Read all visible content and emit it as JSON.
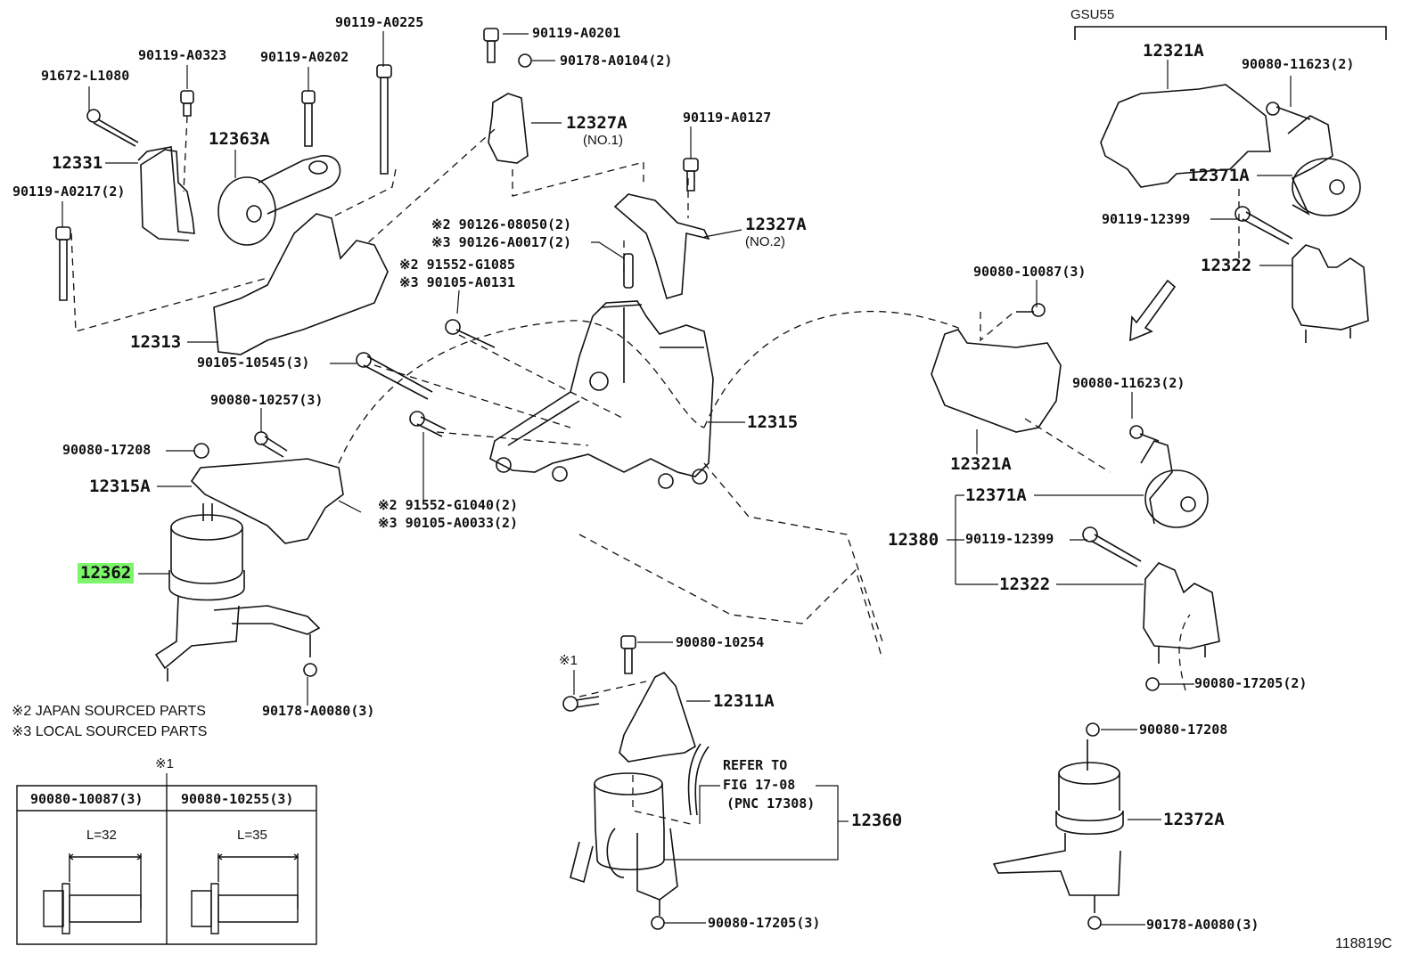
{
  "diagram": {
    "figure_id": "118819C",
    "variant_label": "GSU55",
    "highlight_color": "#7cf56a",
    "parts": {
      "p91672_L1080": "91672-L1080",
      "p90119_A0323": "90119-A0323",
      "p90119_A0202": "90119-A0202",
      "p90119_A0225": "90119-A0225",
      "p12331": "12331",
      "p90119_A0217": "90119-A0217(2)",
      "p12363A": "12363A",
      "p12313": "12313",
      "p90105_10545": "90105-10545(3)",
      "p90080_10257": "90080-10257(3)",
      "p90080_17208_left": "90080-17208",
      "p12315A": "12315A",
      "p12362": "12362",
      "p90178_A0080_left": "90178-A0080(3)",
      "p90119_A0201": "90119-A0201",
      "p90178_A0104": "90178-A0104(2)",
      "p12327A_1": "12327A",
      "p12327A_1_sub": "(NO.1)",
      "p90119_A0127": "90119-A0127",
      "p12327A_2": "12327A",
      "p12327A_2_sub": "(NO.2)",
      "p90126_08050": "※2  90126-08050(2)",
      "p90126_A0017": "※3  90126-A0017(2)",
      "p91552_G1085": "※2 91552-G1085",
      "p90105_A0131": "※3 90105-A0131",
      "p12315": "12315",
      "p91552_G1040": "※2  91552-G1040(2)",
      "p90105_A0033": "※3  90105-A0033(2)",
      "p90080_10254": "90080-10254",
      "note1_mark": "※1",
      "p12311A": "12311A",
      "refer_line1": "REFER TO",
      "refer_line2": "FIG 17-08",
      "refer_line3": "(PNC 17308)",
      "p12360": "12360",
      "p90080_17205_3": "90080-17205(3)",
      "p12321A_top": "12321A",
      "p90080_11623_top": "90080-11623(2)",
      "p12371A_top": "12371A",
      "p90119_12399_top": "90119-12399",
      "p12322_top": "12322",
      "p90080_10087": "90080-10087(3)",
      "p12321A_mid": "12321A",
      "p90080_11623_mid": "90080-11623(2)",
      "p12380": "12380",
      "p12371A_mid": "12371A",
      "p90119_12399_mid": "90119-12399",
      "p12322_mid": "12322",
      "p90080_17205_2": "90080-17205(2)",
      "p90080_17208_right": "90080-17208",
      "p12372A": "12372A",
      "p90178_A0080_right": "90178-A0080(3)"
    },
    "legend": {
      "note2": "※2 JAPAN SOURCED PARTS",
      "note3": "※3 LOCAL SOURCED PARTS"
    },
    "table": {
      "ref_mark": "※1",
      "columns": [
        {
          "header": "90080-10087(3)",
          "length_label": "L=32"
        },
        {
          "header": "90080-10255(3)",
          "length_label": "L=35"
        }
      ]
    }
  }
}
